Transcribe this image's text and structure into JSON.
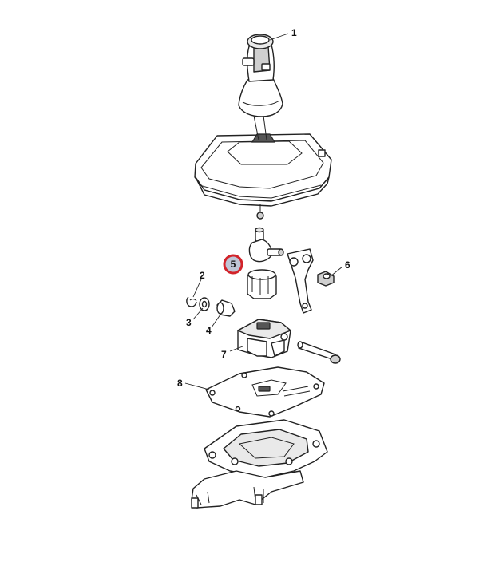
{
  "callouts": [
    {
      "id": "1",
      "label": "1"
    },
    {
      "id": "2",
      "label": "2"
    },
    {
      "id": "3",
      "label": "3"
    },
    {
      "id": "4",
      "label": "4"
    },
    {
      "id": "5",
      "label": "5"
    },
    {
      "id": "6",
      "label": "6"
    },
    {
      "id": "7",
      "label": "7"
    },
    {
      "id": "8",
      "label": "8"
    }
  ],
  "highlight": {
    "callout": "5",
    "ring_color": "#d2232a",
    "fill_color": "#bfc6d6"
  }
}
